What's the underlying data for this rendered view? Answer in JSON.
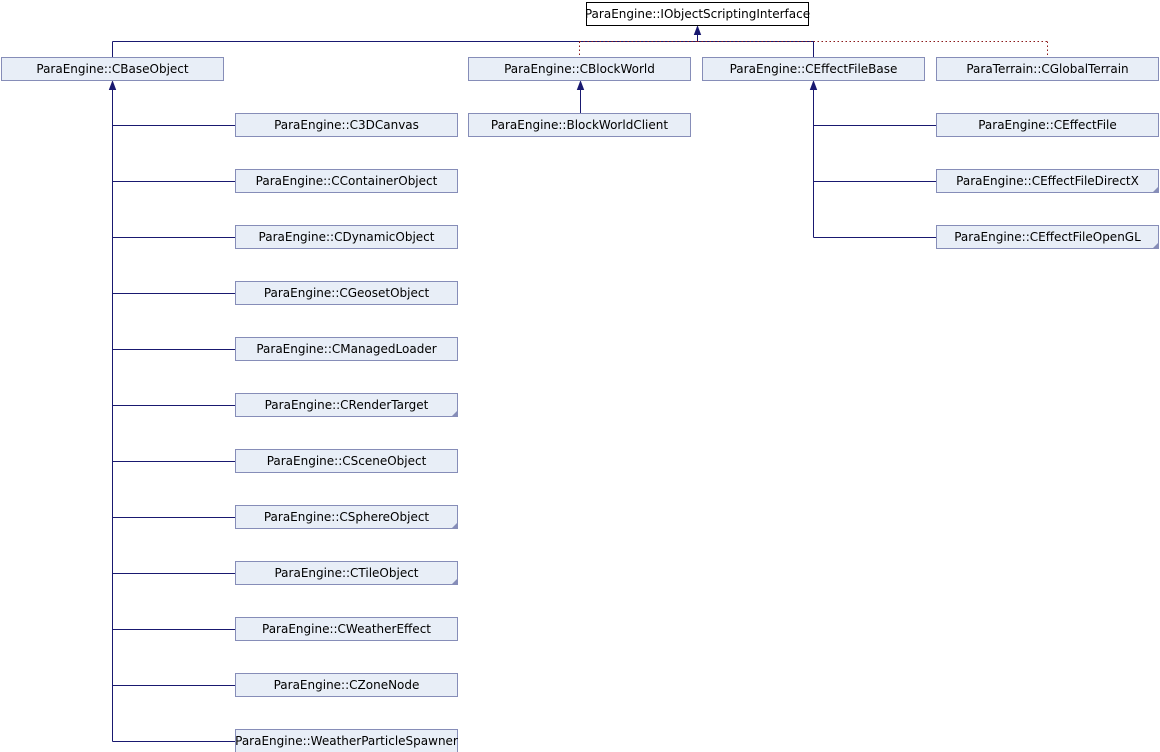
{
  "diagram": {
    "root": "ParaEngine::IObjectScriptingInterface",
    "branches": [
      {
        "name": "ParaEngine::CBaseObject",
        "edge": "public",
        "children": [
          {
            "name": "ParaEngine::C3DCanvas",
            "folded": false
          },
          {
            "name": "ParaEngine::CContainerObject",
            "folded": false
          },
          {
            "name": "ParaEngine::CDynamicObject",
            "folded": false
          },
          {
            "name": "ParaEngine::CGeosetObject",
            "folded": false
          },
          {
            "name": "ParaEngine::CManagedLoader",
            "folded": false
          },
          {
            "name": "ParaEngine::CRenderTarget",
            "folded": true
          },
          {
            "name": "ParaEngine::CSceneObject",
            "folded": false
          },
          {
            "name": "ParaEngine::CSphereObject",
            "folded": true
          },
          {
            "name": "ParaEngine::CTileObject",
            "folded": true
          },
          {
            "name": "ParaEngine::CWeatherEffect",
            "folded": false
          },
          {
            "name": "ParaEngine::CZoneNode",
            "folded": false
          },
          {
            "name": "ParaEngine::WeatherParticleSpawner",
            "folded": false
          }
        ]
      },
      {
        "name": "ParaEngine::CBlockWorld",
        "edge": "private",
        "children": [
          {
            "name": "ParaEngine::BlockWorldClient",
            "folded": false
          }
        ]
      },
      {
        "name": "ParaEngine::CEffectFileBase",
        "edge": "public",
        "children": [
          {
            "name": "ParaEngine::CEffectFile",
            "folded": false
          },
          {
            "name": "ParaEngine::CEffectFileDirectX",
            "folded": true
          },
          {
            "name": "ParaEngine::CEffectFileOpenGL",
            "folded": true
          }
        ]
      },
      {
        "name": "ParaTerrain::CGlobalTerrain",
        "edge": "private",
        "children": []
      }
    ]
  },
  "colors": {
    "node_fill": "#e8eef7",
    "node_border": "#868db8",
    "public_edge": "#191970",
    "private_edge": "#8b1a1a",
    "root_border": "#000000"
  }
}
